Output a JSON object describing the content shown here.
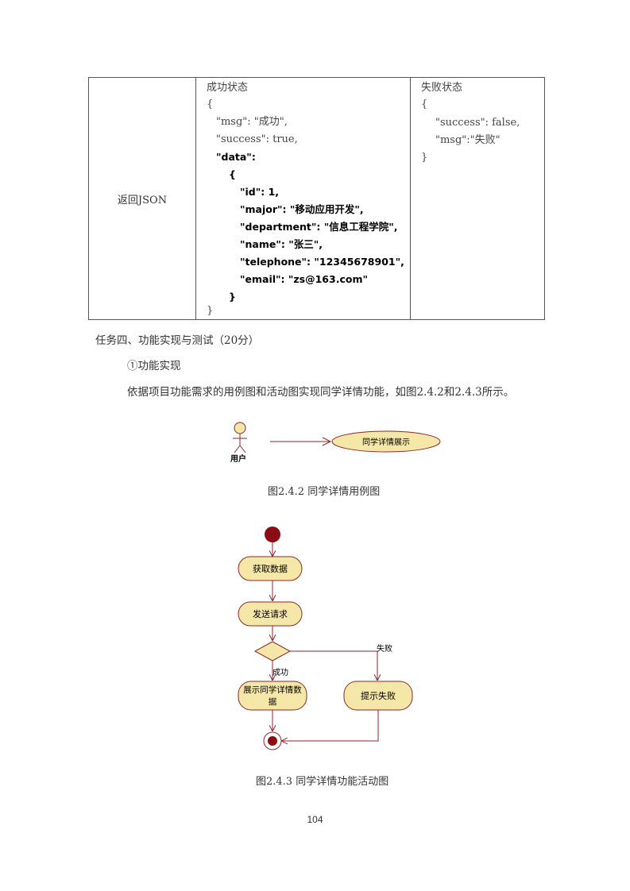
{
  "table": {
    "label": "返回JSON",
    "success_title": "成功状态",
    "success_lines": [
      "{",
      "\"msg\": \"成功\",",
      "\"success\": true,",
      "\"data\":",
      "{",
      "\"id\": 1,",
      "\"major\": \"移动应用开发\",",
      "\"department\": \"信息工程学院\",",
      "\"name\": \"张三\",",
      "\"telephone\": \"12345678901\",",
      "\"email\": \"zs@163.com\"",
      "}",
      "}"
    ],
    "fail_title": "失败状态",
    "fail_lines": [
      "{",
      "\"success\": false,",
      "\"msg\":\"失败\"",
      "}"
    ]
  },
  "task_heading": "任务四、功能实现与测试（20分）",
  "sub_heading": "①功能实现",
  "paragraph": "依据项目功能需求的用例图和活动图实现同学详情功能，如图2.4.2和2.4.3所示。",
  "usecase": {
    "actor_label": "用户",
    "usecase_label": "同学详情展示",
    "caption": "图2.4.2   同学详情用例图"
  },
  "activity": {
    "node1": "获取数据",
    "node2": "发送请求",
    "success_label": "成功",
    "fail_label": "失败",
    "node_success_line1": "展示同学详情数",
    "node_success_line2": "据",
    "node_fail": "提示失败",
    "caption": "图2.4.3   同学详情功能活动图"
  },
  "page_number": "104"
}
